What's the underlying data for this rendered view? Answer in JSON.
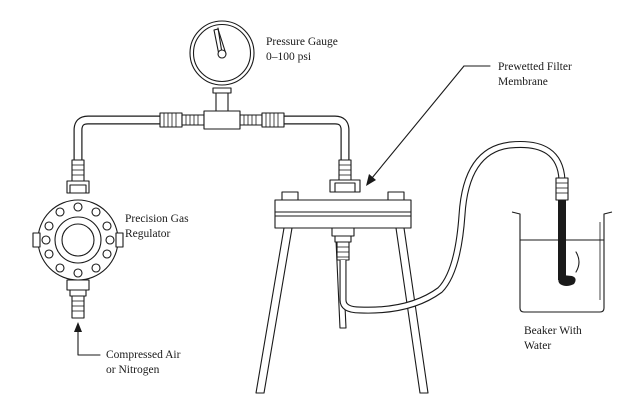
{
  "labels": {
    "pressure_gauge_line1": "Pressure Gauge",
    "pressure_gauge_line2": "0–100 psi",
    "filter_membrane_line1": "Prewetted Filter",
    "filter_membrane_line2": "Membrane",
    "gas_regulator_line1": "Precision Gas",
    "gas_regulator_line2": "Regulator",
    "compressed_air_line1": "Compressed Air",
    "compressed_air_line2": "or Nitrogen",
    "beaker_line1": "Beaker With",
    "beaker_line2": "Water"
  },
  "gauge": {
    "range_min_psi": 0,
    "range_max_psi": 100
  }
}
